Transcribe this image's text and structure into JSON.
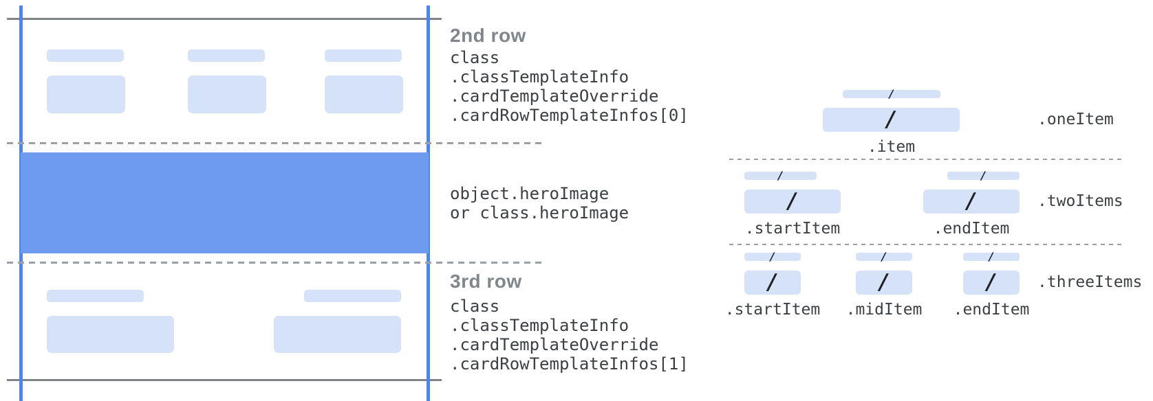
{
  "annotations": {
    "row2": {
      "heading": "2nd row",
      "lines": [
        "class",
        ".classTemplateInfo",
        ".cardTemplateOverride",
        ".cardRowTemplateInfos[0]"
      ]
    },
    "hero": {
      "lines": [
        "object.heroImage",
        "or class.heroImage"
      ]
    },
    "row3": {
      "heading": "3rd row",
      "lines": [
        "class",
        ".classTemplateInfo",
        ".cardTemplateOverride",
        ".cardRowTemplateInfos[1]"
      ]
    }
  },
  "layouts": {
    "one_item": {
      "name": ".oneItem",
      "items": [
        ".item"
      ]
    },
    "two_items": {
      "name": ".twoItems",
      "items": [
        ".startItem",
        ".endItem"
      ]
    },
    "three_items": {
      "name": ".threeItems",
      "items": [
        ".startItem",
        ".midItem",
        ".endItem"
      ]
    }
  },
  "glyphs": {
    "text_placeholder": "/"
  },
  "colors": {
    "guide_blue": "#4d84ed",
    "hero_blue": "#6e9bee",
    "placeholder_blue": "#d6e2f8",
    "border_gray": "#7f8387",
    "dash_gray": "#9aa0a6",
    "heading_gray": "#80868b",
    "code_text": "#3c4043"
  }
}
